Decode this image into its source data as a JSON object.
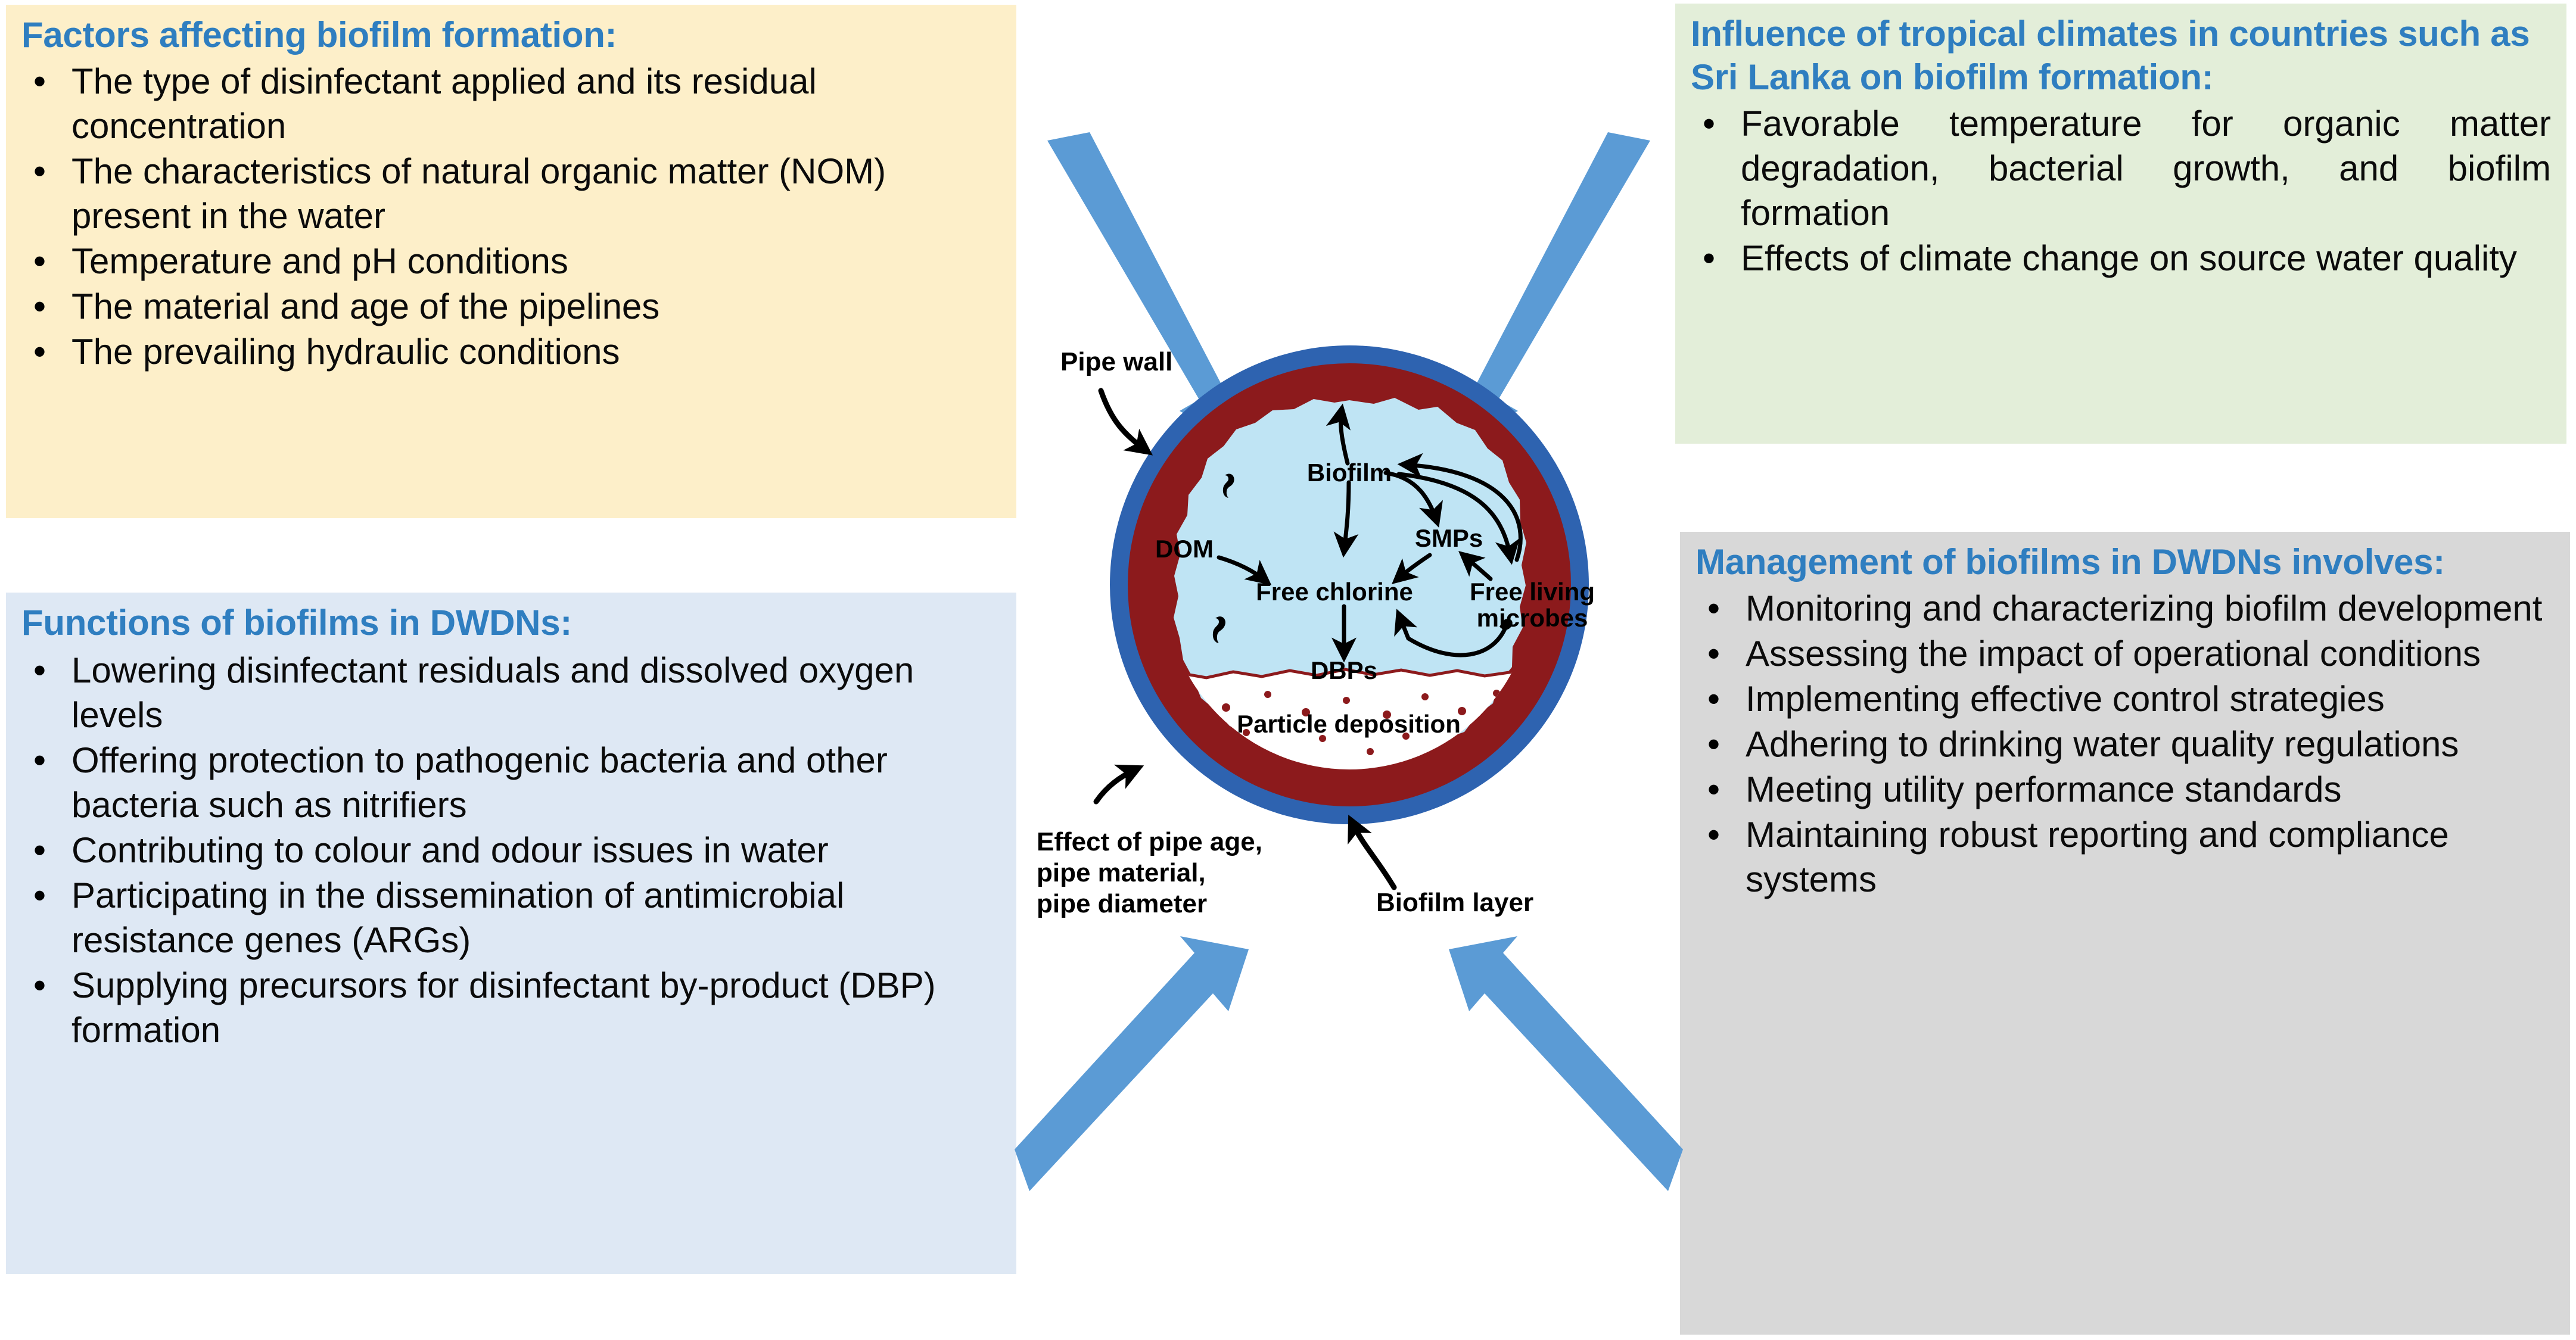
{
  "colors": {
    "heading_blue": "#2f7ec0",
    "box_factors_bg": "#fdefc9",
    "box_functions_bg": "#dee8f4",
    "box_tropical_bg": "#e3eed9",
    "box_management_bg": "#d8d8d8",
    "arrow_blue": "#5b9bd5",
    "pipe_outer_blue": "#2e63b0",
    "pipe_wall_red": "#8c1a1c",
    "water_blue": "#bfe4f4"
  },
  "boxes": {
    "factors": {
      "title": "Factors affecting biofilm formation:",
      "bullet": "•",
      "items": [
        "The type of disinfectant applied and its residual concentration",
        "The characteristics of natural organic matter (NOM) present in the water",
        "Temperature and pH conditions",
        "The material and age of the pipelines",
        "The prevailing hydraulic conditions"
      ]
    },
    "functions": {
      "title": "Functions of biofilms in DWDNs:",
      "bullet": "•",
      "items": [
        "Lowering disinfectant residuals and dissolved oxygen levels",
        "Offering protection to pathogenic bacteria and other bacteria such as nitrifiers",
        "Contributing to colour and odour issues in water",
        "Participating in the dissemination of antimicrobial resistance genes (ARGs)",
        "Supplying precursors for disinfectant by-product (DBP) formation"
      ]
    },
    "tropical": {
      "title": "Influence of tropical climates in countries such as Sri Lanka on biofilm formation:",
      "bullet": "•",
      "items": [
        "Favorable temperature for organic matter degradation, bacterial growth, and biofilm formation",
        "Effects of climate change on source water quality"
      ]
    },
    "management": {
      "title": "Management of biofilms in DWDNs involves:",
      "bullet": "•",
      "items": [
        "Monitoring and characterizing biofilm development",
        "Assessing the impact of operational conditions",
        "Implementing effective control strategies",
        "Adhering to drinking water quality regulations",
        "Meeting utility performance standards",
        "Maintaining robust reporting and compliance systems"
      ]
    }
  },
  "figure": {
    "caption_pipe_wall": "Pipe wall",
    "caption_pipe_effect_l1": "Effect of pipe age,",
    "caption_pipe_effect_l2": "pipe material,",
    "caption_pipe_effect_l3": "pipe diameter",
    "caption_biofilm_layer": "Biofilm layer",
    "label_biofilm": "Biofilm",
    "label_dom": "DOM",
    "label_smps": "SMPs",
    "label_free_chlorine": "Free chlorine",
    "label_free_living_l1": "Free living",
    "label_free_living_l2": "microbes",
    "label_dbps": "DBPs",
    "label_particle_deposition": "Particle deposition"
  }
}
